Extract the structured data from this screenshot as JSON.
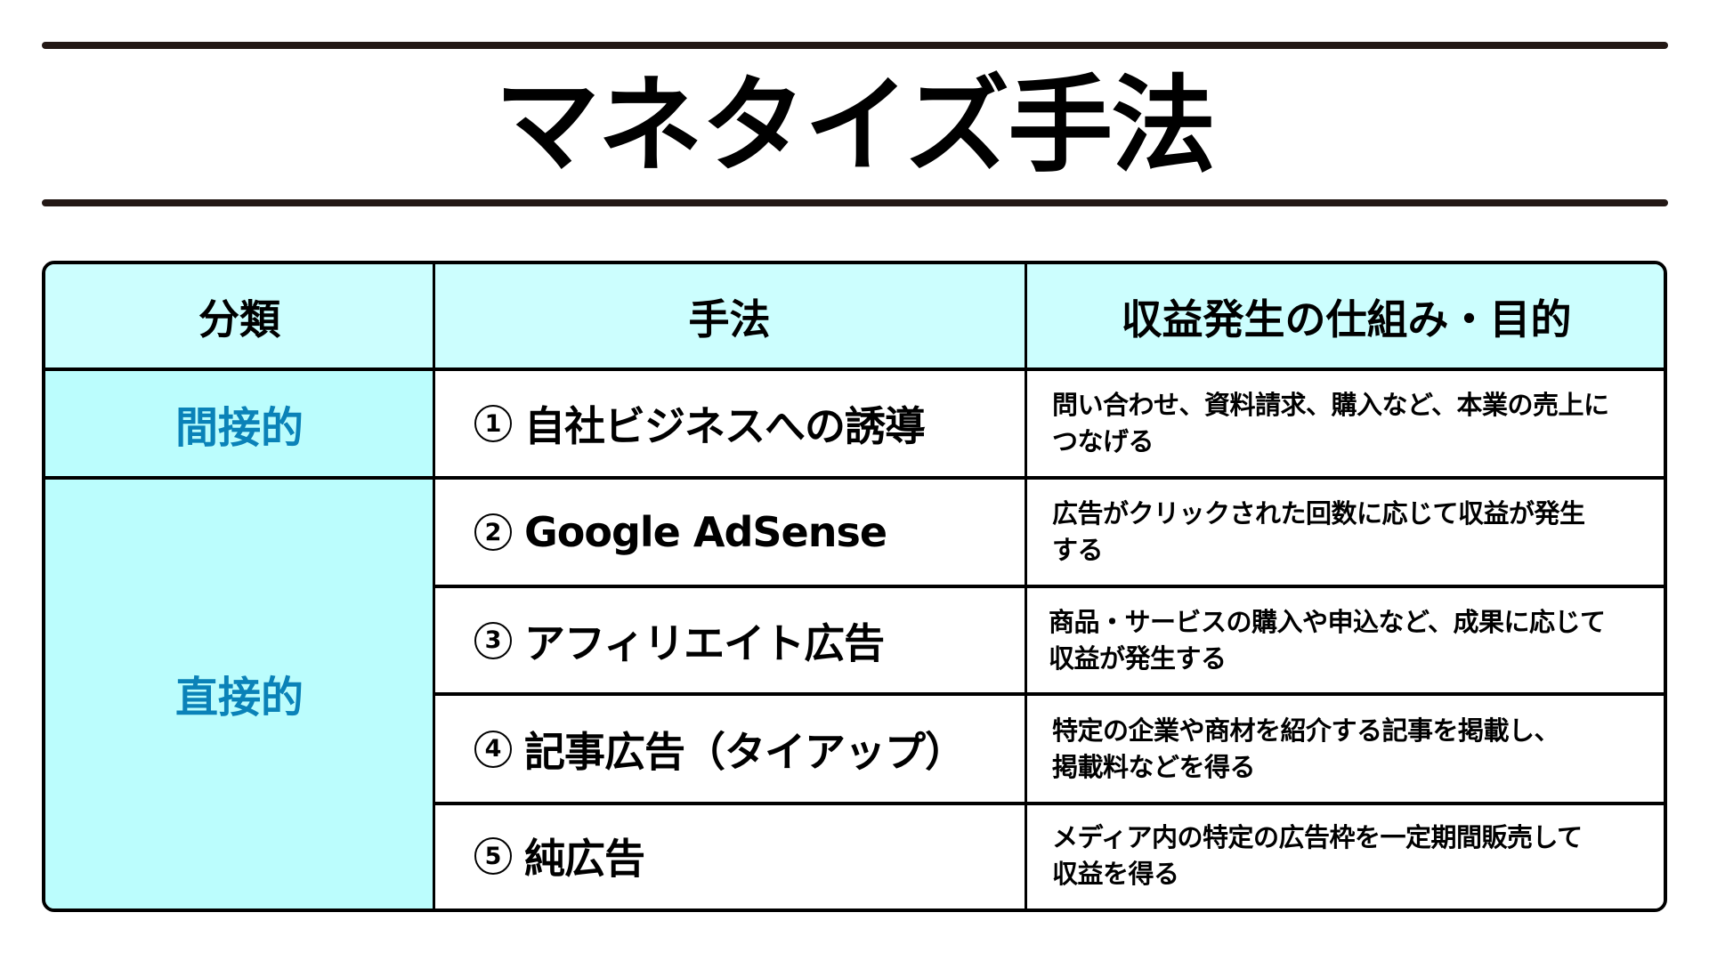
{
  "page": {
    "title": "マネタイズ手法"
  },
  "colors": {
    "rule": "#231815",
    "header_bg": "#CCFEFE",
    "category_bg": "#BBFDFD",
    "category_text": "#0A82B8",
    "border": "#000000"
  },
  "table": {
    "headers": [
      "分類",
      "手法",
      "収益発生の仕組み・目的"
    ],
    "categories": [
      {
        "label": "間接的",
        "rows": 1
      },
      {
        "label": "直接的",
        "rows": 4
      }
    ],
    "rows": [
      {
        "number": "1",
        "method": "自社ビジネスへの誘導",
        "description_lines": [
          "問い合わせ、資料請求、購入など、本業の売上に",
          "つなげる"
        ]
      },
      {
        "number": "2",
        "method": "Google AdSense",
        "description_lines": [
          "広告がクリックされた回数に応じて収益が発生",
          "する"
        ]
      },
      {
        "number": "3",
        "method": "アフィリエイト広告",
        "description_lines": [
          "商品・サービスの購入や申込など、成果に応じて",
          "収益が発生する"
        ]
      },
      {
        "number": "4",
        "method": "記事広告（タイアップ）",
        "description_lines": [
          "特定の企業や商材を紹介する記事を掲載し、",
          "掲載料などを得る"
        ]
      },
      {
        "number": "5",
        "method": "純広告",
        "description_lines": [
          "メディア内の特定の広告枠を一定期間販売して",
          "収益を得る"
        ]
      }
    ]
  }
}
